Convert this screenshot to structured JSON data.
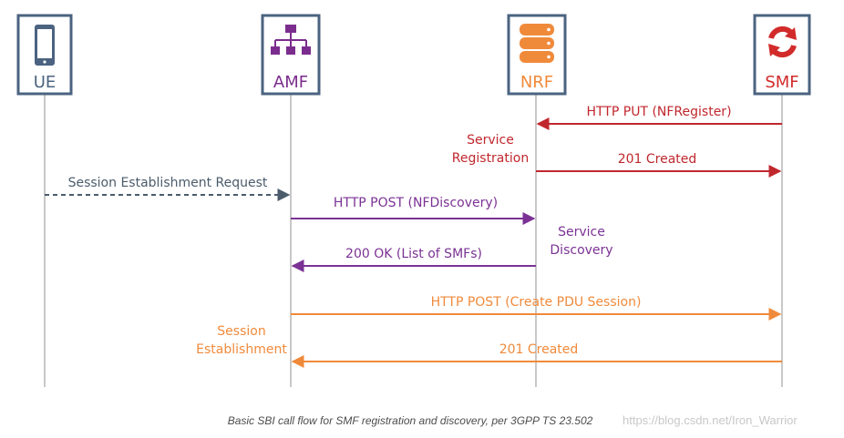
{
  "entities": [
    {
      "id": "ue",
      "label": "UE",
      "icon": "phone-icon",
      "color": "#4b6380"
    },
    {
      "id": "amf",
      "label": "AMF",
      "icon": "hierarchy-icon",
      "color": "#7b2d8e"
    },
    {
      "id": "nrf",
      "label": "NRF",
      "icon": "database-icon",
      "color": "#f08a3b"
    },
    {
      "id": "smf",
      "label": "SMF",
      "icon": "refresh-icon",
      "color": "#d22b2b"
    }
  ],
  "messages": [
    {
      "label": "HTTP PUT (NFRegister)",
      "color": "#c0272d"
    },
    {
      "label": "201 Created",
      "color": "#c0272d"
    },
    {
      "label": "Session Establishment Request",
      "color": "#4b5b6b"
    },
    {
      "label": "HTTP POST (NFDiscovery)",
      "color": "#7b3294"
    },
    {
      "label": "200 OK (List of SMFs)",
      "color": "#7b3294"
    },
    {
      "label": "HTTP POST (Create PDU Session)",
      "color": "#f08a3b"
    },
    {
      "label": "201 Created",
      "color": "#f08a3b"
    }
  ],
  "notes": [
    {
      "lines": [
        "Service",
        "Registration"
      ],
      "color": "#c0272d"
    },
    {
      "lines": [
        "Service",
        "Discovery"
      ],
      "color": "#7b3294"
    },
    {
      "lines": [
        "Session",
        "Establishment"
      ],
      "color": "#f08a3b"
    }
  ],
  "caption": "Basic SBI call flow for SMF registration and discovery, per 3GPP TS 23.502",
  "watermark": "https://blog.csdn.net/Iron_Warrior"
}
